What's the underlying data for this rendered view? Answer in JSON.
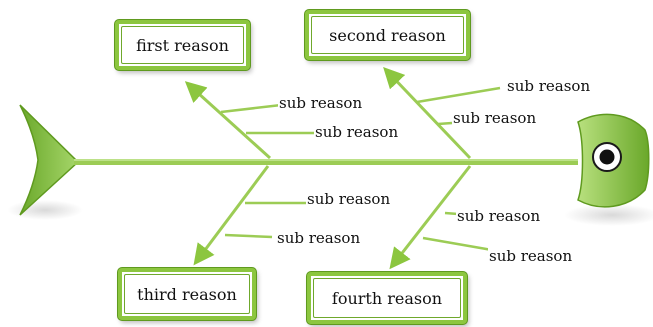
{
  "diagram": {
    "type": "fishbone",
    "colors": {
      "bone": "#9ccc55",
      "bone_dark": "#6fa82c",
      "head": "#8cc63f",
      "box_border": "#8cc63f",
      "text": "#111111"
    },
    "causes": [
      {
        "label": "first reason",
        "subs": [
          "sub reason",
          "sub reason"
        ]
      },
      {
        "label": "second reason",
        "subs": [
          "sub reason",
          "sub reason"
        ]
      },
      {
        "label": "third reason",
        "subs": [
          "sub reason",
          "sub reason"
        ]
      },
      {
        "label": "fourth reason",
        "subs": [
          "sub reason",
          "sub reason"
        ]
      }
    ]
  }
}
